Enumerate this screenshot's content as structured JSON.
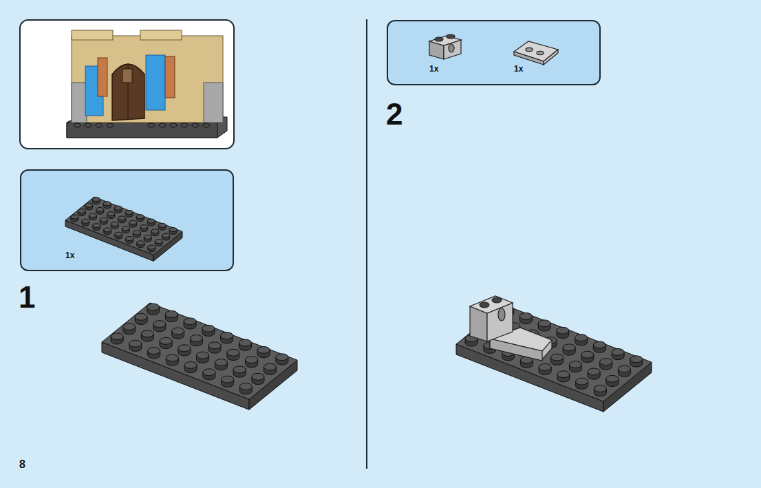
{
  "diagram": {
    "nodes": [
      {
        "text": [
          "1x"
        ]
      },
      {
        "text": [
          "1x",
          "1x"
        ]
      }
    ],
    "labels": [
      "1",
      "2",
      "8"
    ]
  }
}
